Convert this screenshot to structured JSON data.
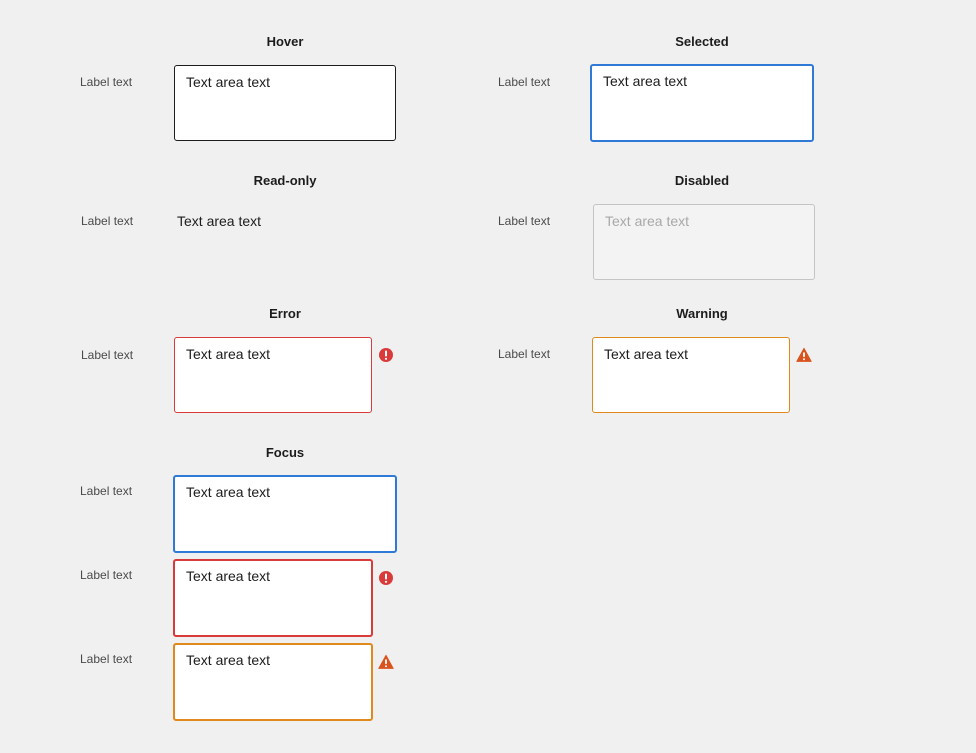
{
  "states": {
    "hover": {
      "heading": "Hover",
      "label": "Label text",
      "value": "Text area text"
    },
    "selected": {
      "heading": "Selected",
      "label": "Label text",
      "value": "Text area text"
    },
    "readonly": {
      "heading": "Read-only",
      "label": "Label text",
      "value": "Text area text"
    },
    "disabled": {
      "heading": "Disabled",
      "label": "Label text",
      "placeholder": "Text area text"
    },
    "error": {
      "heading": "Error",
      "label": "Label text",
      "value": "Text area text",
      "icon": "error-circle-icon"
    },
    "warning": {
      "heading": "Warning",
      "label": "Label text",
      "value": "Text area text",
      "icon": "warning-triangle-icon"
    },
    "focus": {
      "heading": "Focus",
      "items": [
        {
          "label": "Label text",
          "value": "Text area text"
        },
        {
          "label": "Label text",
          "value": "Text area text",
          "icon": "error-circle-icon"
        },
        {
          "label": "Label text",
          "value": "Text area text",
          "icon": "warning-triangle-icon"
        }
      ]
    }
  },
  "colors": {
    "background": "#f0f0f0",
    "focus_blue": "#2f7ad6",
    "error_red": "#d93b3b",
    "warning_orange": "#e08a1e",
    "warning_icon": "#d9531e",
    "disabled_border": "#c4c4c4",
    "disabled_text": "#a8a8a8"
  }
}
